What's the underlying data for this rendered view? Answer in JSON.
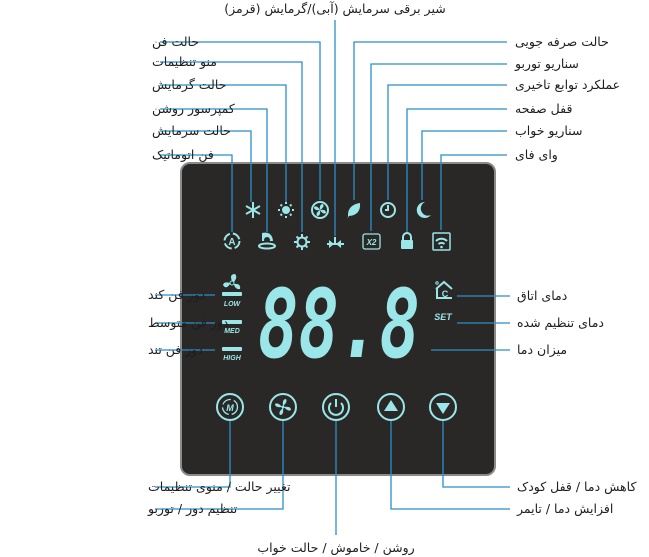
{
  "colors": {
    "panel": "#2a2826",
    "display": "#9ae6e8",
    "leader_line": "#2b8fca",
    "text": "#1e1e1e"
  },
  "display": {
    "digits": "88.8",
    "fan_levels": [
      "LOW",
      "MED",
      "HIGH"
    ],
    "set_label": "SET",
    "room_icon_label": "C",
    "turbo_label": "X2",
    "mode_button_label": "M"
  },
  "labels": {
    "top": "شیر برقی سرمایش (آبی)/گرمایش (قرمز)",
    "left": [
      "حالت فن",
      "منو تنظیمات",
      "حالت گرمایش",
      "کمپرسور روشن",
      "حالت سرمایش",
      "فن اتوماتیک"
    ],
    "right": [
      "حالت صرفه جویی",
      "سناریو توربو",
      "عملکرد توابع تاخیری",
      "قفل صفحه",
      "سناریو خواب",
      "وای فای"
    ],
    "fan_speed": [
      "دور فن کند",
      "دور فن متوسط",
      "دور فن تند"
    ],
    "temperature": [
      "دمای اتاق",
      "دمای تنظیم شده",
      "میزان دما"
    ],
    "buttons_left": [
      "تغییر حالت / منوی تنظیمات",
      "تنظیم دور / توربو"
    ],
    "buttons_right": [
      "کاهش دما / قفل کودک",
      "افزایش دما / تایمر"
    ],
    "button_bottom": "روشن / خاموش / حالت خواب"
  },
  "icons": [
    "snowflake-icon",
    "sun-icon",
    "fan-icon",
    "leaf-icon",
    "clock-icon",
    "moon-icon",
    "auto-icon",
    "compressor-icon",
    "gear-icon",
    "valve-icon",
    "turbo-icon",
    "lock-icon",
    "wifi-icon"
  ]
}
